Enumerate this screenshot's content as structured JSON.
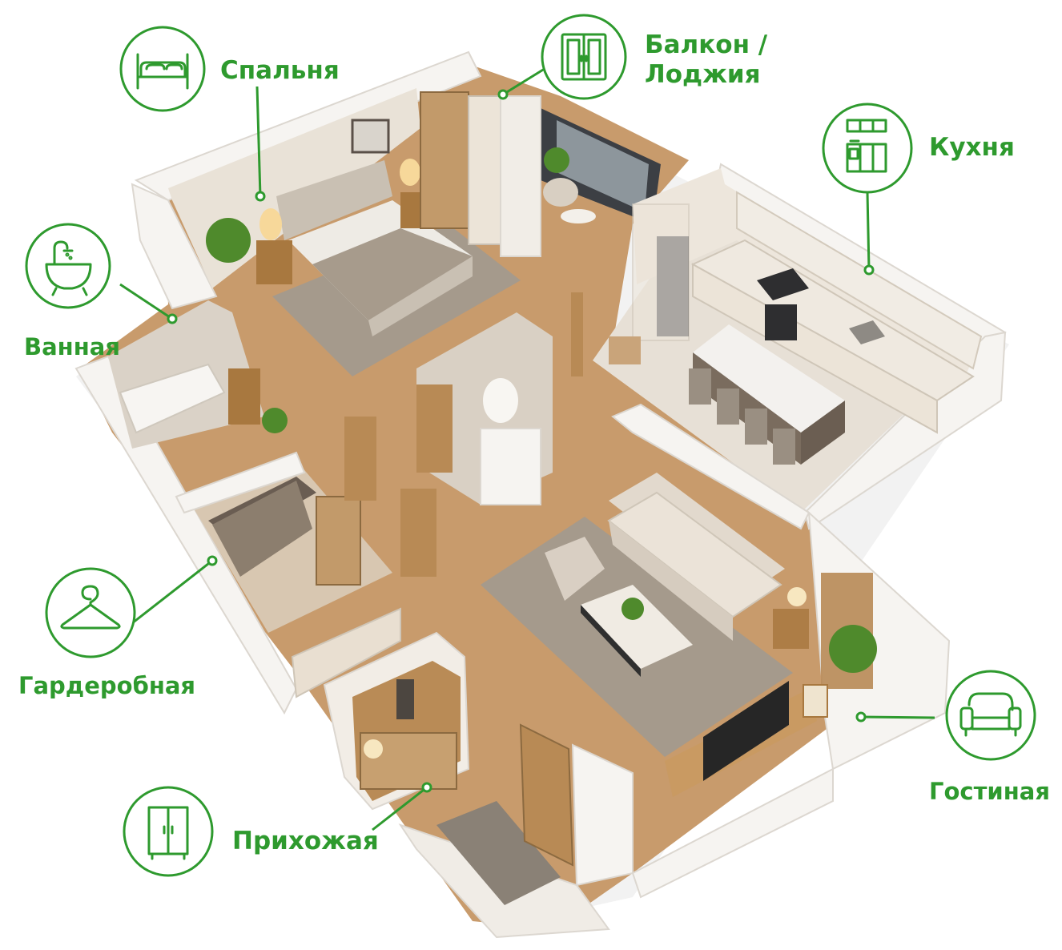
{
  "colors": {
    "accent": "#2e9a2e",
    "wall": "#f6f4f1",
    "wall_shade": "#dcd7d0",
    "floor_wood": "#c89b6c",
    "floor_tile": "#e7e0d6",
    "rug": "#a59a8c",
    "furniture_light": "#ece4d8",
    "furniture_wood": "#a8783f",
    "dark": "#3a3a3a"
  },
  "rooms": [
    {
      "id": "bedroom",
      "label": "Спальня",
      "icon": "bed-icon"
    },
    {
      "id": "balcony",
      "label": "Балкон /\nЛоджия",
      "icon": "window-icon"
    },
    {
      "id": "kitchen",
      "label": "Кухня",
      "icon": "kitchen-icon"
    },
    {
      "id": "bathroom",
      "label": "Ванная",
      "icon": "bathtub-icon"
    },
    {
      "id": "wardrobe",
      "label": "Гардеробная",
      "icon": "hanger-icon"
    },
    {
      "id": "living",
      "label": "Гостиная",
      "icon": "sofa-icon"
    },
    {
      "id": "hallway",
      "label": "Прихожая",
      "icon": "wardrobe-cabinet-icon"
    }
  ]
}
